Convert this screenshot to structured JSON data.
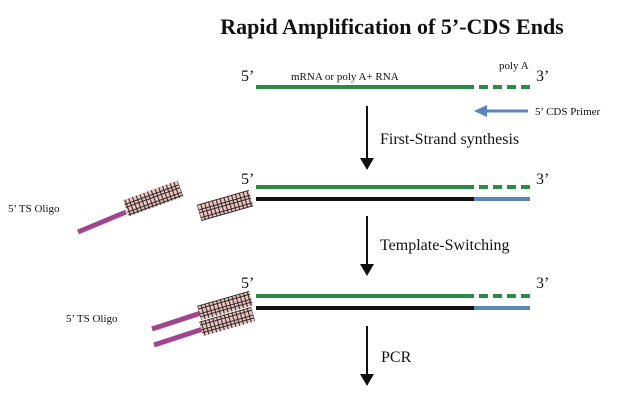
{
  "title": "Rapid Amplification of 5’-CDS Ends",
  "labels": {
    "five_prime": "5’",
    "three_prime": "3’",
    "mrna": "mRNA or poly A+ RNA",
    "polya": "poly A",
    "cds_primer": "5’  CDS Primer",
    "ts_oligo": "5’ TS Oligo"
  },
  "steps": {
    "first_strand": "First-Strand synthesis",
    "template_switching": "Template-Switching",
    "pcr": "PCR"
  },
  "colors": {
    "mrna_strand": "#2a8a46",
    "cdna_strand": "#111111",
    "cds_primer": "#5b84b8",
    "ts_oligo": "#a2458e",
    "oligo_pairing": "#f2c6c0",
    "arrow": "#111111",
    "primer_arrow": "#5b84b8"
  }
}
